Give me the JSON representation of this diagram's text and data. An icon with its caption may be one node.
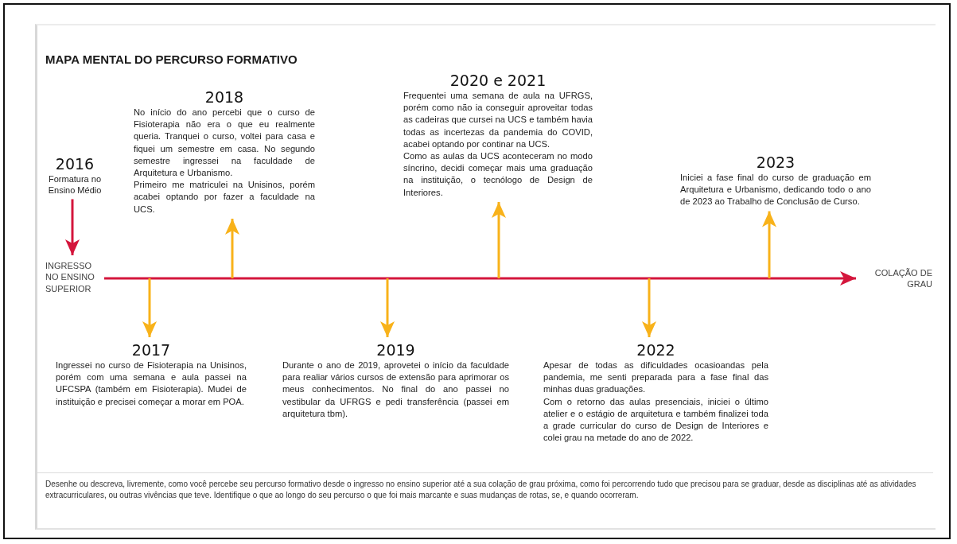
{
  "diagram": {
    "title": "MAPA MENTAL DO PERCURSO FORMATIVO",
    "caption": "Desenhe ou descreva, livremente, como você percebe seu percurso formativo desde o ingresso no ensino superior até a sua colação de grau próxima, como foi percorrendo tudo que precisou para se graduar, desde as disciplinas até as atividades extracurriculares, ou outras vivências que teve. Identifique o que ao longo do seu percurso o que foi mais marcante e suas mudanças de rotas, se, e quando ocorreram.",
    "nodes": [
      {
        "text": [
          "2016",
          "Formatura no Ensino Médio"
        ]
      },
      {
        "text": [
          "2018",
          "No início do ano percebi que o curso de Fisioterapia não era o que eu realmente queria. Tranquei o curso, voltei para casa e fiquei um semestre em casa. No segundo semestre ingressei na faculdade de Arquitetura e Urbanismo.",
          "Primeiro me matriculei na Unisinos, porém acabei optando por fazer a faculdade na UCS."
        ]
      },
      {
        "text": [
          "2020 e 2021",
          "Frequentei uma semana de aula na UFRGS, porém como não ia conseguir aproveitar todas as cadeiras que cursei na UCS e também havia todas as incertezas da pandemia do COVID, acabei optando por continar na UCS.",
          "Como as aulas da UCS aconteceram no modo síncrino, decidi começar mais uma graduação na instituição, o tecnólogo de Design de Interiores."
        ]
      },
      {
        "text": [
          "2023",
          "Iniciei a fase final do curso de graduação em Arquitetura e Urbanismo, dedicando todo o ano de 2023 ao Trabalho de Conclusão de Curso."
        ]
      },
      {
        "text": [
          "INGRESSO NO ENSINO SUPERIOR"
        ]
      },
      {
        "text": [
          "COLAÇÃO DE GRAU"
        ]
      },
      {
        "text": [
          "2017",
          "Ingressei no curso de Fisioterapia na Unisinos, porém com uma semana e aula passei na UFCSPA (também em Fisioterapia). Mudei de instituição e precisei começar a morar em POA."
        ]
      },
      {
        "text": [
          "2019",
          "Durante o ano de 2019, aprovetei o início da faculdade para realiar vários cursos de extensão para aprimorar os meus conhecimentos. No final do ano passei no vestibular da UFRGS e pedi transferência (passei em arquitetura tbm)."
        ]
      },
      {
        "text": [
          "2022",
          "Apesar de todas as dificuldades ocasioandas pela pandemia, me senti preparada para a fase final das minhas duas graduações.",
          "Com o retorno das aulas presenciais, iniciei o último atelier e o estágio de arquitetura e também finalizei toda a grade curricular do curso de Design de Interiores e colei grau na metade do ano de 2022."
        ]
      }
    ],
    "edges": [
      {
        "from": 4,
        "to": 5,
        "arrow": "to",
        "color": "#d4163c"
      },
      {
        "from": 0,
        "to": 4,
        "arrow": "to",
        "color": "#d4163c"
      },
      {
        "from": null,
        "to": 6,
        "arrow": "to"
      },
      {
        "from": null,
        "to": 1,
        "arrow": "to"
      },
      {
        "from": null,
        "to": 7,
        "arrow": "to"
      },
      {
        "from": null,
        "to": 2,
        "arrow": "to"
      },
      {
        "from": null,
        "to": 8,
        "arrow": "to"
      },
      {
        "from": null,
        "to": 3,
        "arrow": "to"
      }
    ]
  }
}
